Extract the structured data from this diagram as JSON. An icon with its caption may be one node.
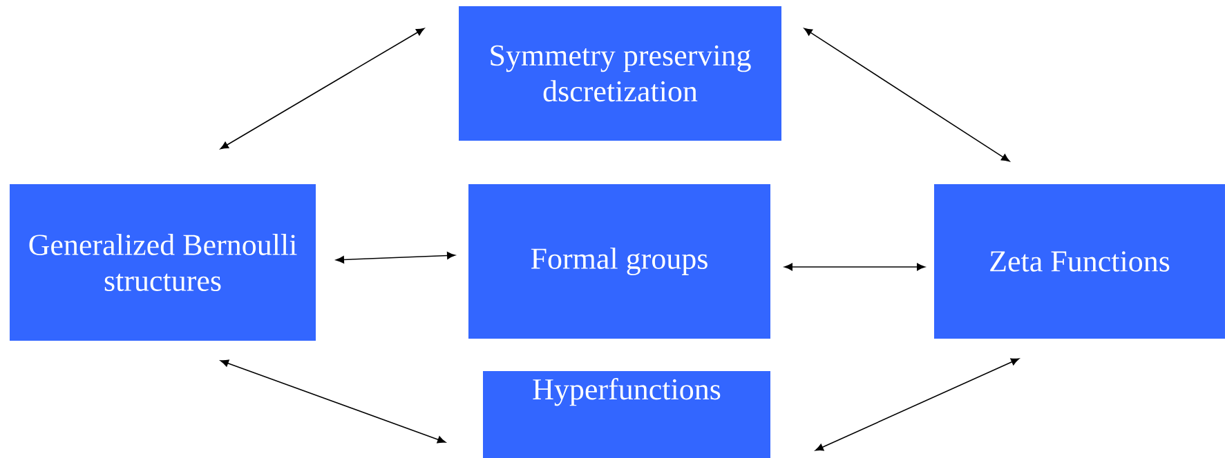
{
  "diagram": {
    "nodes": [
      {
        "text": [
          "Symmetry preserving dscretization"
        ]
      },
      {
        "text": [
          "Generalized Bernoulli structures"
        ]
      },
      {
        "text": [
          "Formal groups"
        ]
      },
      {
        "text": [
          "Zeta Functions"
        ]
      },
      {
        "text": [
          "Hyperfunctions"
        ]
      }
    ],
    "edges": [
      {
        "from": 1,
        "to": 0,
        "arrow": "both"
      },
      {
        "from": 0,
        "to": 3,
        "arrow": "both"
      },
      {
        "from": 1,
        "to": 2,
        "arrow": "both"
      },
      {
        "from": 2,
        "to": 3,
        "arrow": "both"
      },
      {
        "from": 1,
        "to": 4,
        "arrow": "both"
      },
      {
        "from": 3,
        "to": 4,
        "arrow": "both"
      }
    ]
  }
}
